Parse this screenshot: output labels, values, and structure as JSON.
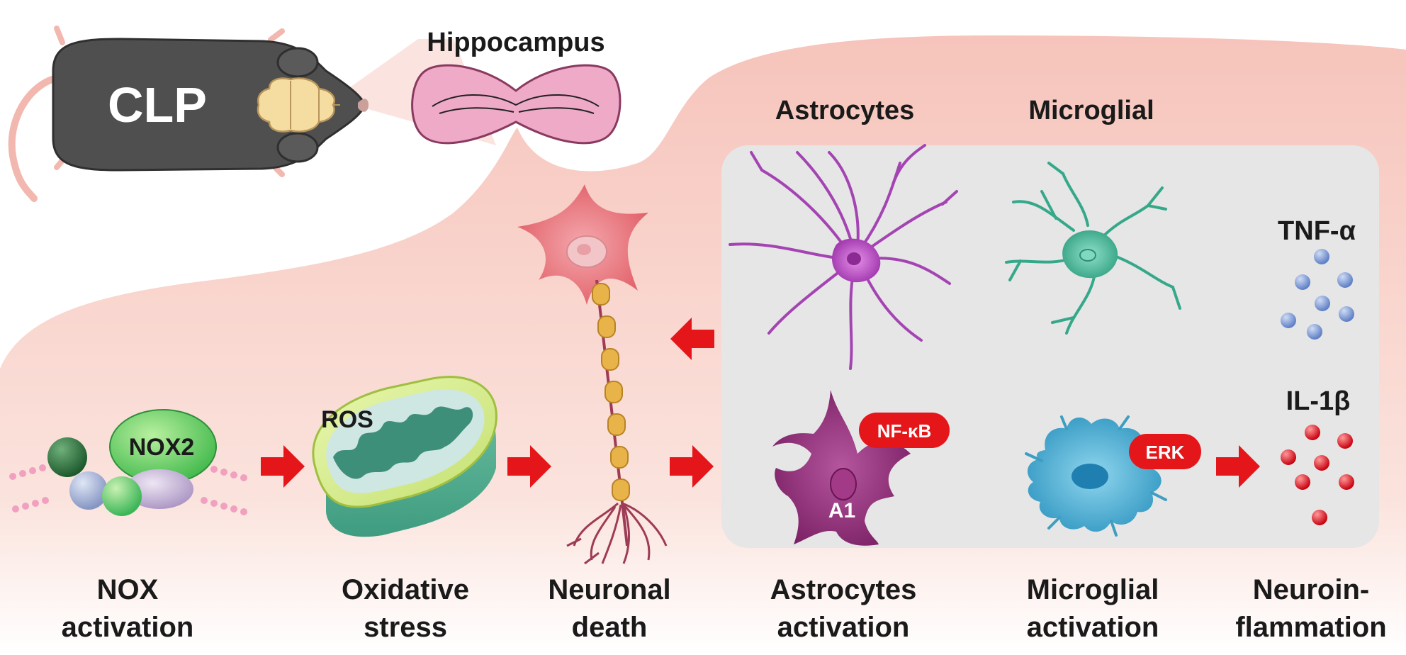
{
  "header": {
    "clp": "CLP",
    "hippocampus": "Hippocampus",
    "astrocytes": "Astrocytes",
    "microglial": "Microglial"
  },
  "molecules": {
    "nox2": "NOX2",
    "ros": "ROS",
    "nfkb": "NF-κB",
    "erk": "ERK",
    "a1": "A1",
    "tnf": "TNF-α",
    "il1b": "IL-1β"
  },
  "stages": [
    {
      "line1": "NOX",
      "line2": "activation"
    },
    {
      "line1": "Oxidative",
      "line2": "stress"
    },
    {
      "line1": "Neuronal",
      "line2": "death"
    },
    {
      "line1": "Astrocytes",
      "line2": "activation"
    },
    {
      "line1": "Microglial",
      "line2": "activation"
    },
    {
      "line1": "Neuroin-",
      "line2": "flammation"
    }
  ],
  "colors": {
    "background_gradient": "#f6c4bb",
    "panel": "#e6e6e6",
    "arrow": "#e4161a",
    "tag": "#e4161a",
    "mouse": "#4d4d4d",
    "hippocampus": "#eeaac7",
    "neuron": "#e2646c",
    "astrocyte": "#9b3ba8",
    "reactive_astrocyte": "#8a2a70",
    "microglia": "#3aa88c",
    "reactive_microglia": "#3da6c8",
    "tnf_dots": "#6f8fd0",
    "il1b_dots": "#d8121c"
  }
}
